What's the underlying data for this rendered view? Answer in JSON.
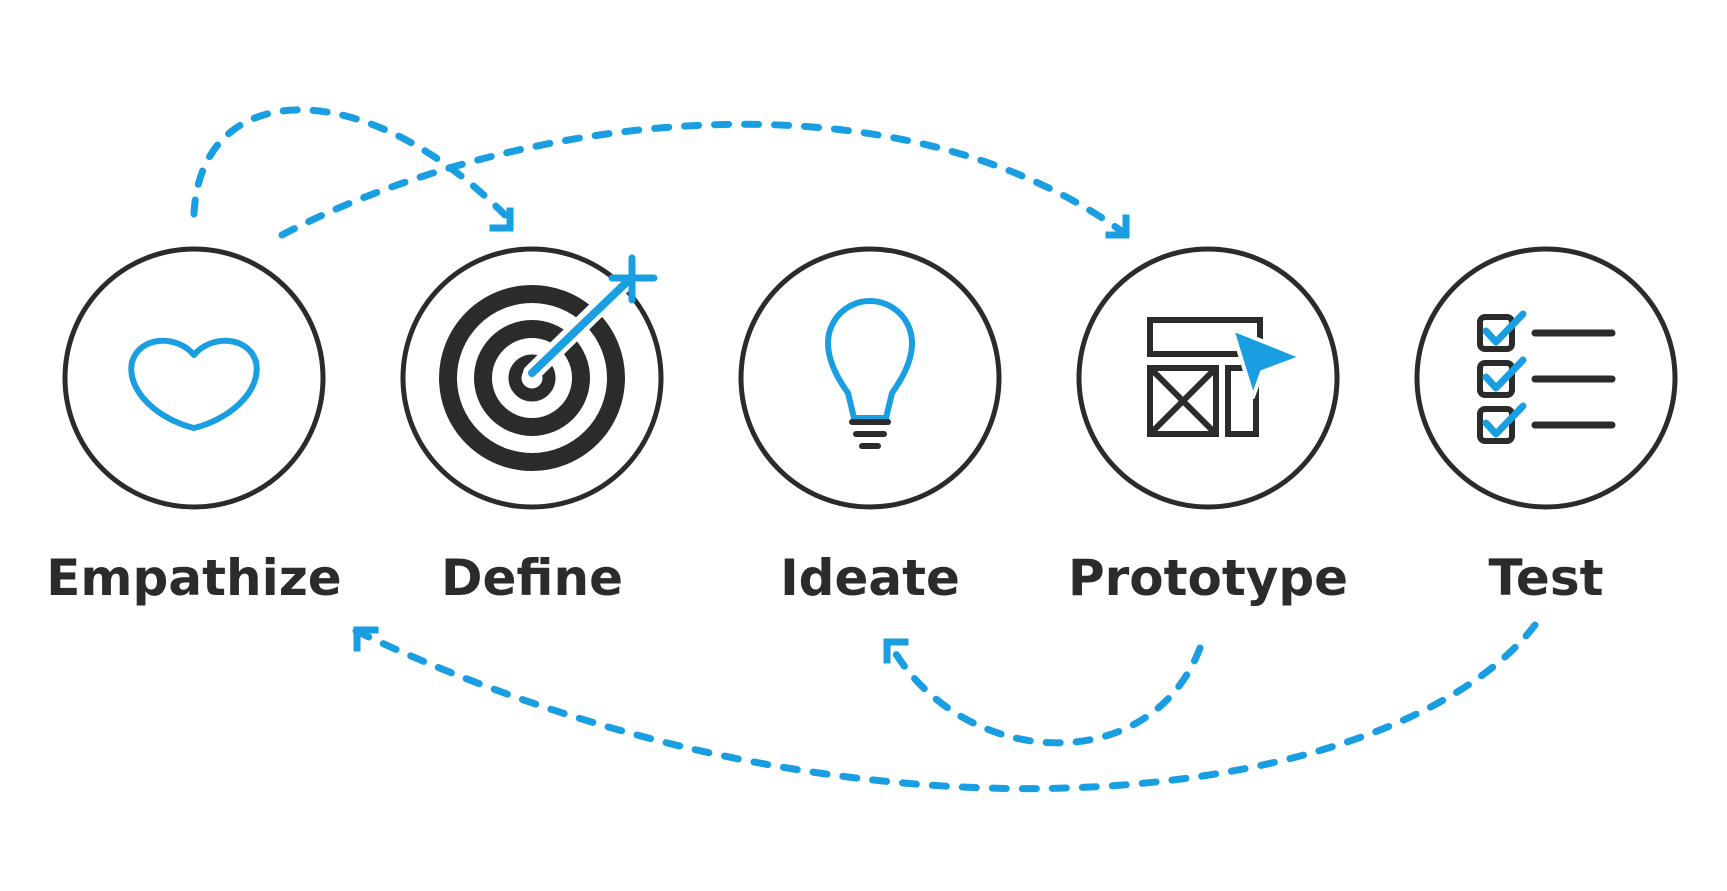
{
  "stages": [
    {
      "label": "Empathize",
      "icon": "heart-icon"
    },
    {
      "label": "Define",
      "icon": "target-arrow-icon"
    },
    {
      "label": "Ideate",
      "icon": "lightbulb-icon"
    },
    {
      "label": "Prototype",
      "icon": "wireframe-cursor-icon"
    },
    {
      "label": "Test",
      "icon": "checklist-icon"
    }
  ],
  "flows": [
    {
      "from": "Empathize",
      "to": "Define"
    },
    {
      "from": "Empathize",
      "to": "Prototype"
    },
    {
      "from": "Prototype",
      "to": "Ideate"
    },
    {
      "from": "Test",
      "to": "Empathize"
    }
  ],
  "colors": {
    "accent": "#1a9ee2",
    "outline": "#2b2b2b",
    "background": "#ffffff"
  }
}
